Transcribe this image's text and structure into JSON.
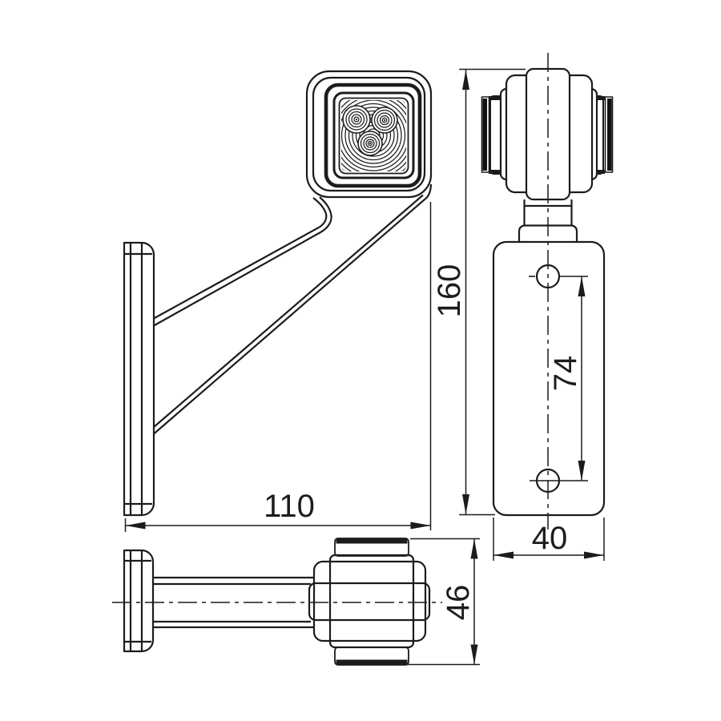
{
  "canvas": {
    "background": "#ffffff",
    "line_color": "#1c1c1c"
  },
  "dimensions": {
    "overall_height": "160",
    "hole_spacing": "74",
    "overall_length": "110",
    "plate_width": "40",
    "head_depth": "46"
  }
}
